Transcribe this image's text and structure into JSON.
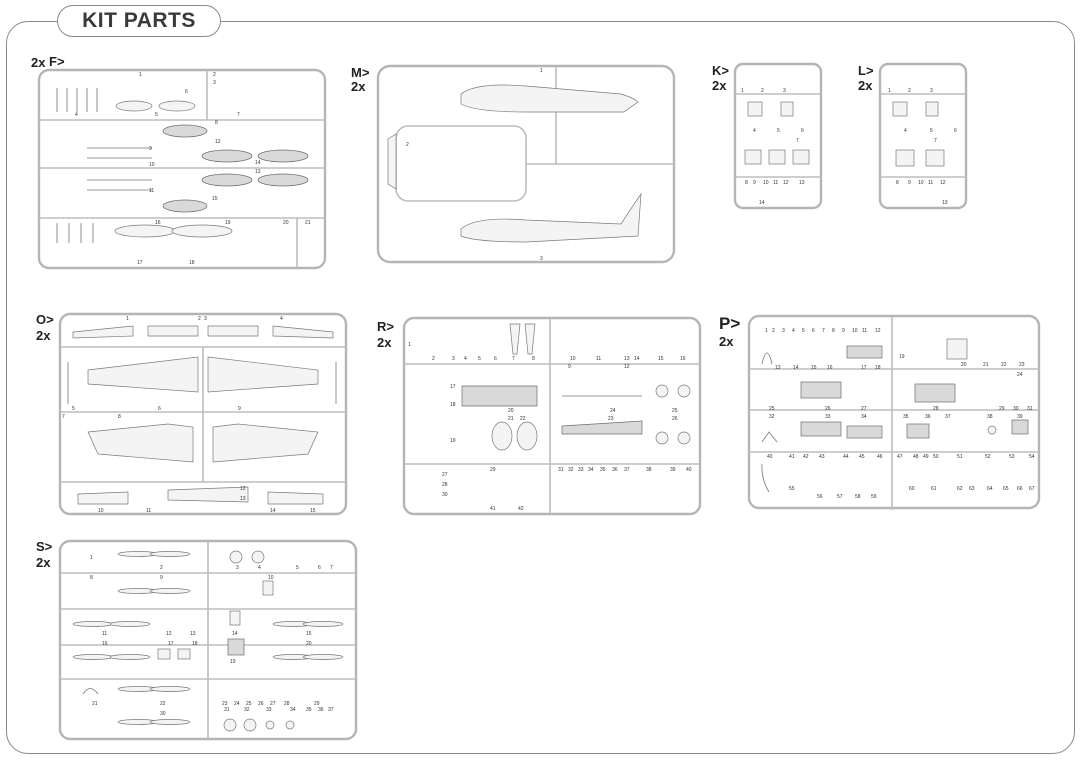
{
  "page": {
    "title": "KIT PARTS"
  },
  "sprues": [
    {
      "id": "F",
      "label": "F>",
      "count": "2x",
      "part_numbers": [
        "1",
        "2",
        "3",
        "4",
        "5",
        "6",
        "7",
        "8",
        "9",
        "10",
        "11",
        "12",
        "13",
        "14",
        "15",
        "16",
        "17",
        "18",
        "19",
        "20",
        "21"
      ]
    },
    {
      "id": "M",
      "label": "M>",
      "count": "2x",
      "part_numbers": [
        "1",
        "2",
        "3"
      ]
    },
    {
      "id": "K",
      "label": "K>",
      "count": "2x",
      "part_numbers": [
        "1",
        "2",
        "3",
        "4",
        "5",
        "6",
        "7",
        "8",
        "9",
        "10",
        "11",
        "12",
        "13",
        "14"
      ]
    },
    {
      "id": "L",
      "label": "L>",
      "count": "2x",
      "part_numbers": [
        "1",
        "2",
        "3",
        "4",
        "5",
        "6",
        "7",
        "8",
        "9",
        "10",
        "11",
        "12",
        "13"
      ]
    },
    {
      "id": "O",
      "label": "O>",
      "count": "2x",
      "part_numbers": [
        "1",
        "2",
        "3",
        "4",
        "5",
        "6",
        "7",
        "8",
        "9",
        "10",
        "11",
        "12",
        "13",
        "14",
        "15"
      ]
    },
    {
      "id": "R",
      "label": "R>",
      "count": "2x",
      "part_numbers": [
        "1",
        "2",
        "3",
        "4",
        "5",
        "6",
        "7",
        "8",
        "9",
        "10",
        "11",
        "12",
        "13",
        "14",
        "15",
        "16",
        "17",
        "18",
        "19",
        "20",
        "21",
        "22",
        "23",
        "24",
        "25",
        "26",
        "27",
        "28",
        "29",
        "30",
        "31",
        "32",
        "33",
        "34",
        "35",
        "36",
        "37",
        "38",
        "39",
        "40",
        "41",
        "42"
      ]
    },
    {
      "id": "P",
      "label": "P>",
      "count": "2x",
      "part_numbers": [
        "1",
        "2",
        "3",
        "4",
        "5",
        "6",
        "7",
        "8",
        "9",
        "10",
        "11",
        "12",
        "13",
        "14",
        "15",
        "16",
        "17",
        "18",
        "19",
        "20",
        "21",
        "22",
        "23",
        "24",
        "25",
        "26",
        "27",
        "28",
        "29",
        "30",
        "31",
        "32",
        "33",
        "34",
        "35",
        "36",
        "37",
        "38",
        "39",
        "40",
        "41",
        "42",
        "43",
        "44",
        "45",
        "46",
        "47",
        "48",
        "49",
        "50",
        "51",
        "52",
        "53",
        "54",
        "55",
        "56",
        "57",
        "58",
        "59",
        "60",
        "61",
        "62",
        "63",
        "64",
        "65",
        "66",
        "67"
      ]
    },
    {
      "id": "S",
      "label": "S>",
      "count": "2x",
      "part_numbers": [
        "1",
        "2",
        "3",
        "4",
        "5",
        "6",
        "7",
        "8",
        "9",
        "10",
        "11",
        "12",
        "13",
        "14",
        "15",
        "16",
        "17",
        "18",
        "19",
        "20",
        "21",
        "22",
        "23",
        "24",
        "25",
        "26",
        "27",
        "28",
        "29",
        "30",
        "31",
        "32",
        "33",
        "34",
        "35",
        "36",
        "37"
      ]
    }
  ]
}
